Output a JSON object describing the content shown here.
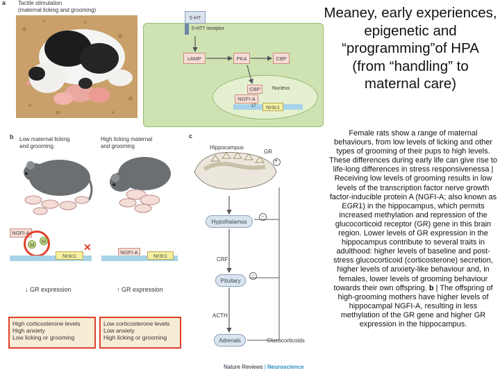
{
  "slide": {
    "title": "Meaney, early experiences, epigenetic and “programming”of HPA (from “handling” to maternal care)",
    "body_parts": [
      "Female rats show a range of maternal behaviours, from low levels of licking and other types of grooming of their pups to high levels. These differences during early life can give rise to life-long differences in stress responsivenessa | Receiving low levels of grooming results in low levels of the transcription factor nerve growth factor-inducible protein A (NGFI-A; also known as EGR1) in the hippocampus, which permits increased methylation and repression of the glucocorticoid receptor (GR) gene in this brain region. Lower levels of GR expression in the hippocampus contribute to several traits in adulthood: higher levels of baseline and post-stress glucocorticoid (corticosterone) secretion, higher levels of anxiety-like behaviour and, in females, lower levels of grooming behaviour towards their own offspring. ",
      "b",
      " | The offspring of high-grooming mothers have higher levels of hippocampal NGFI-A, resulting in less methylation of the GR gene and higher GR expression in the hippocampus."
    ]
  },
  "panel_a": {
    "letter": "a",
    "caption": [
      "Tactile stimulation",
      "(maternal licking and grooming)"
    ],
    "ht": "5-HT",
    "receptor": "5-HT7 receptor",
    "camp": "cAMP",
    "pka": "PKA",
    "cbp_top": "CBP",
    "cbp": "CBP",
    "nucleus": "Nucleus",
    "ngfia": "NGFI-A",
    "gene_exon": "17",
    "nr3c1": "Nr3c1"
  },
  "panel_b": {
    "letter": "b",
    "low_title": [
      "Low maternal licking",
      "and grooming"
    ],
    "high_title": [
      "High licking maternal",
      "and grooming"
    ],
    "ngfia_left": "NGFI-A",
    "m1": "M",
    "m2": "M",
    "nr3c1_left": "Nr3c1",
    "ngfia_right": "NGFI-A",
    "nr3c1_right": "Nr3c1",
    "cross": "✕",
    "gr_low": "↓ GR expression",
    "gr_high": "↑ GR expression",
    "outcome_low": [
      "High corticosterone levels",
      "High anxiety",
      "Low licking or grooming"
    ],
    "outcome_high": [
      "Low corticosterone levels",
      "Low anxiety",
      "High licking or grooming"
    ]
  },
  "panel_c": {
    "letter": "c",
    "hippocampus": "Hippocampus",
    "gr": "GR",
    "plus": "+",
    "hypothalamus": "Hypothalamus",
    "crf": "CRF",
    "pituitary": "Pituitary",
    "acth": "ACTH",
    "adrenals": "Adrenals",
    "glucocorticoids": "Glucocorticoids",
    "minus": "−"
  },
  "footer": {
    "publisher": "Nature Reviews",
    "separator": "|",
    "journal": "Neuroscience"
  }
}
